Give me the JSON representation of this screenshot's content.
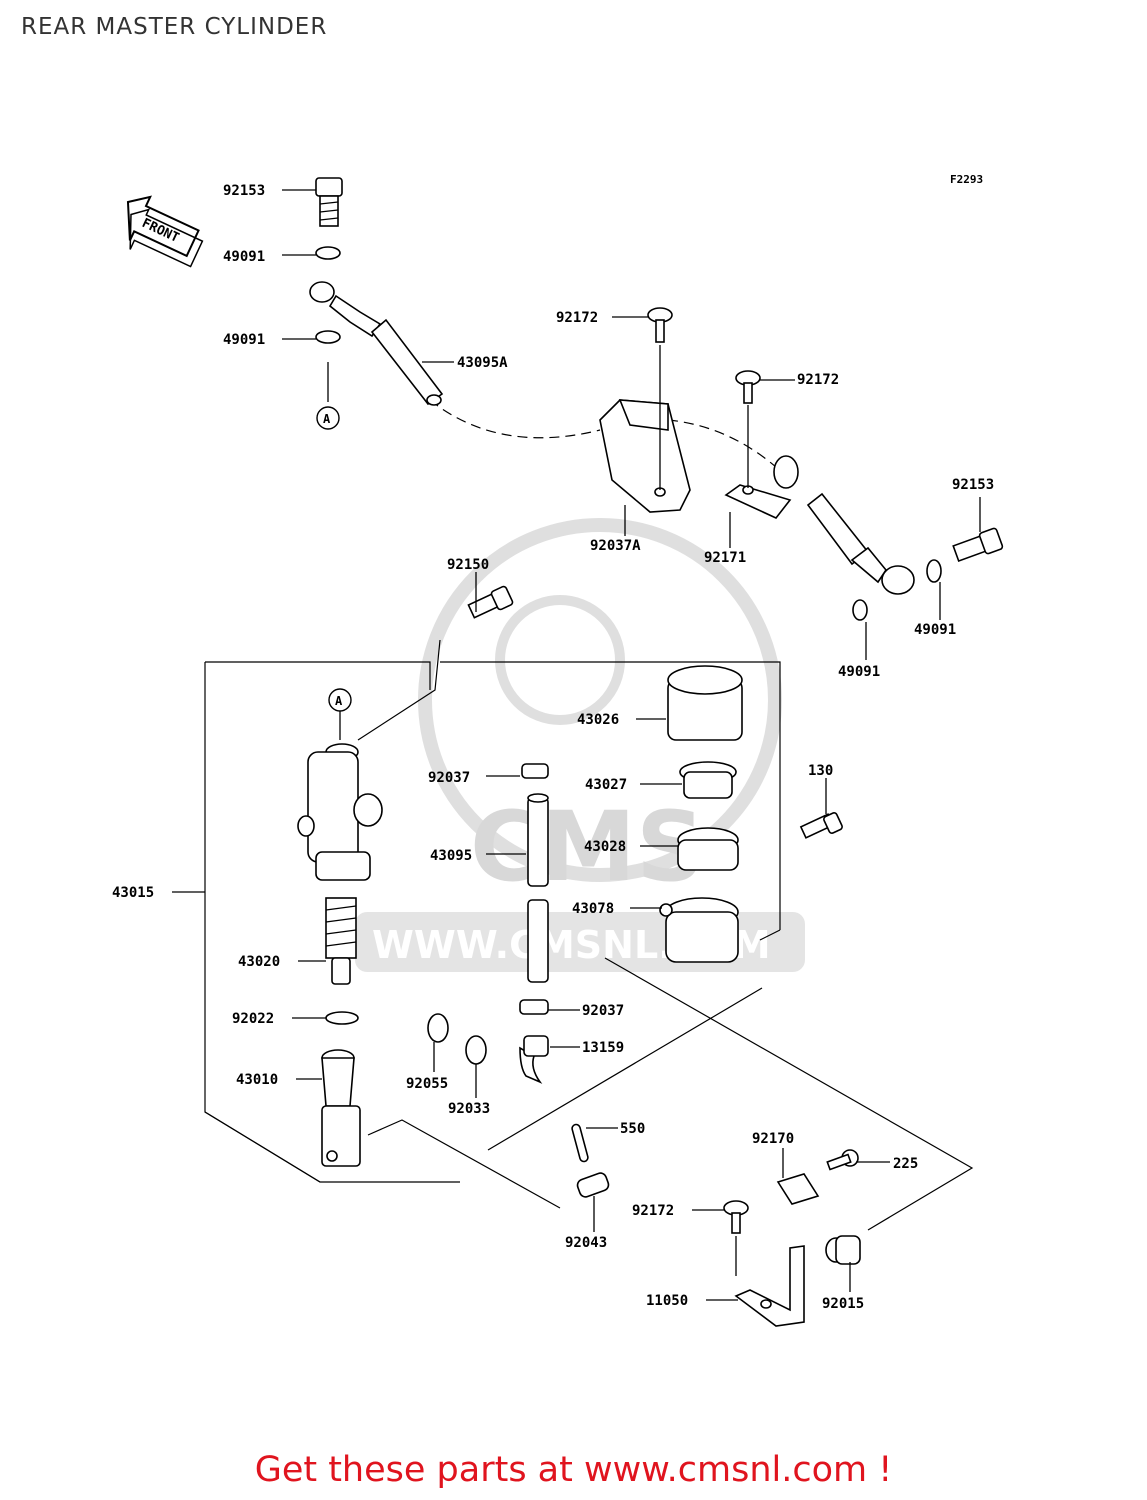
{
  "page": {
    "title": "REAR MASTER CYLINDER",
    "figure_code": "F2293",
    "front_label": "FRONT",
    "footer": "Get these parts at www.cmsnl.com !",
    "watermark": {
      "logo_text": "CMS",
      "url_text": "WWW.CMSNL.COM"
    },
    "colors": {
      "footer": "#e0141e",
      "watermark": "#d4d4d4",
      "line": "#000000"
    }
  },
  "callout_marker": "A",
  "labels": [
    {
      "id": "92153-top",
      "text": "92153"
    },
    {
      "id": "49091-a",
      "text": "49091"
    },
    {
      "id": "49091-b",
      "text": "49091"
    },
    {
      "id": "43095A",
      "text": "43095A"
    },
    {
      "id": "92172-a",
      "text": "92172"
    },
    {
      "id": "92172-b",
      "text": "92172"
    },
    {
      "id": "92037A",
      "text": "92037A"
    },
    {
      "id": "92171",
      "text": "92171"
    },
    {
      "id": "92153-right",
      "text": "92153"
    },
    {
      "id": "49091-c",
      "text": "49091"
    },
    {
      "id": "49091-d",
      "text": "49091"
    },
    {
      "id": "92150",
      "text": "92150"
    },
    {
      "id": "43026",
      "text": "43026"
    },
    {
      "id": "92037-a",
      "text": "92037"
    },
    {
      "id": "43027",
      "text": "43027"
    },
    {
      "id": "130",
      "text": "130"
    },
    {
      "id": "43095",
      "text": "43095"
    },
    {
      "id": "43028",
      "text": "43028"
    },
    {
      "id": "43015",
      "text": "43015"
    },
    {
      "id": "43078",
      "text": "43078"
    },
    {
      "id": "43020",
      "text": "43020"
    },
    {
      "id": "92037-b",
      "text": "92037"
    },
    {
      "id": "92022",
      "text": "92022"
    },
    {
      "id": "13159",
      "text": "13159"
    },
    {
      "id": "43010",
      "text": "43010"
    },
    {
      "id": "92055",
      "text": "92055"
    },
    {
      "id": "92033",
      "text": "92033"
    },
    {
      "id": "550",
      "text": "550"
    },
    {
      "id": "92170",
      "text": "92170"
    },
    {
      "id": "225",
      "text": "225"
    },
    {
      "id": "92172-c",
      "text": "92172"
    },
    {
      "id": "92043",
      "text": "92043"
    },
    {
      "id": "11050",
      "text": "11050"
    },
    {
      "id": "92015",
      "text": "92015"
    }
  ]
}
